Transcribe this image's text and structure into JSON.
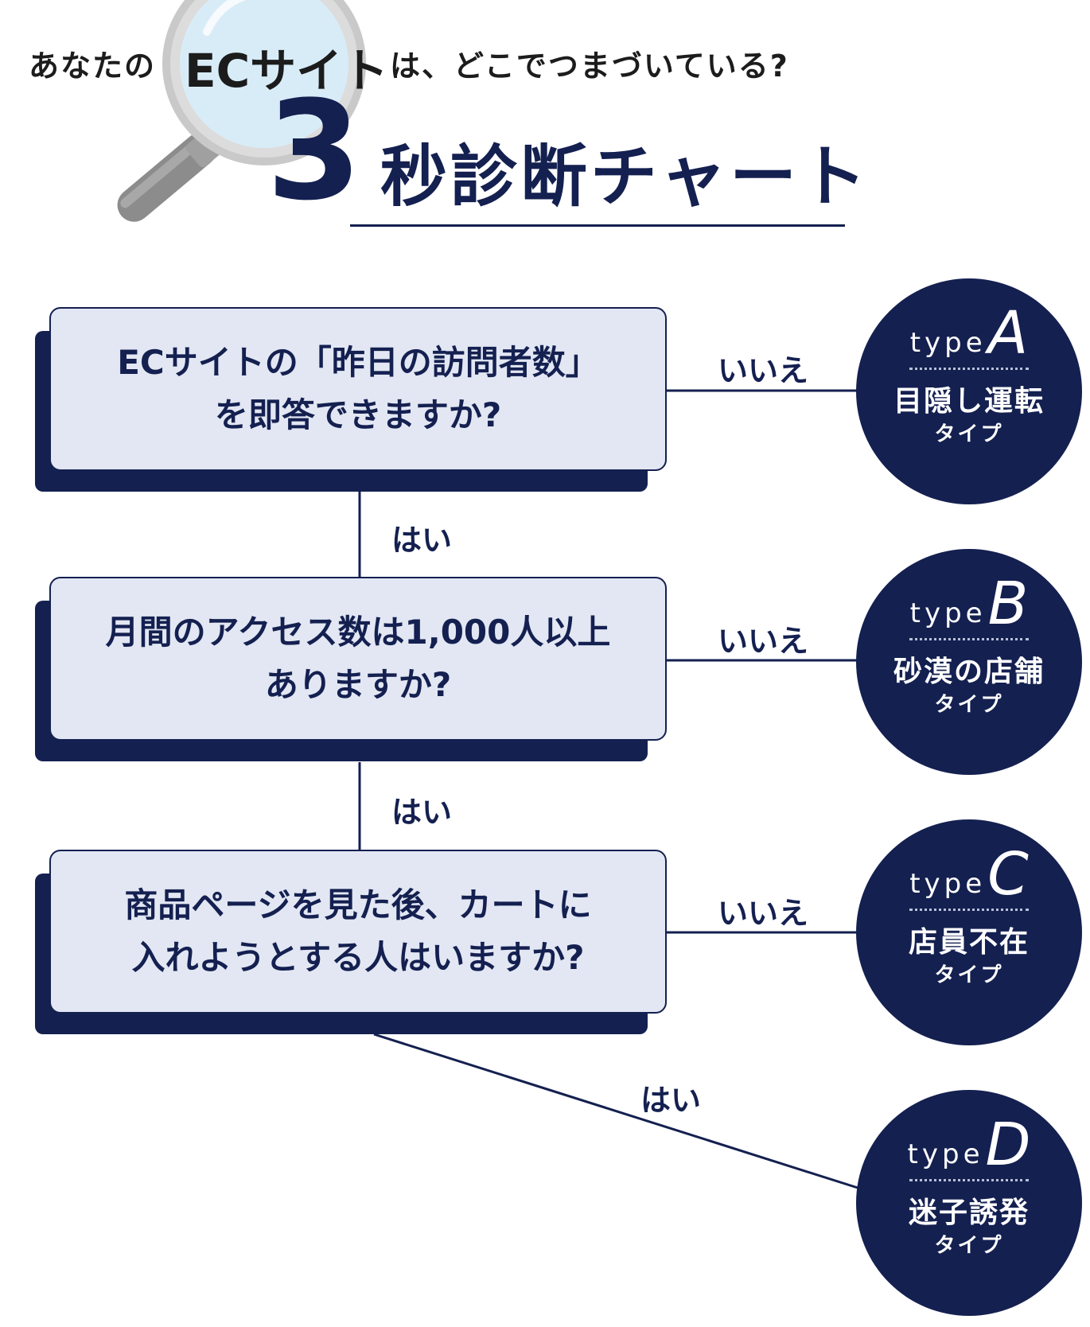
{
  "header": {
    "subtitle_before": "あなたの",
    "subtitle_highlight": "ECサイト",
    "subtitle_after": "は、どこでつまづいている?",
    "title_number": "3",
    "title_text": "秒診断チャート"
  },
  "questions": [
    {
      "line1": "ECサイトの「昨日の訪問者数」",
      "line2": "を即答できますか?"
    },
    {
      "line1": "月間のアクセス数は1,000人以上",
      "line2": "ありますか?"
    },
    {
      "line1": "商品ページを見た後、カートに",
      "line2": "入れようとする人はいますか?"
    }
  ],
  "edge_labels": {
    "no_1": "いいえ",
    "no_2": "いいえ",
    "no_3": "いいえ",
    "yes_1": "はい",
    "yes_2": "はい",
    "yes_3": "はい"
  },
  "results": [
    {
      "type_word": "type",
      "letter": "A",
      "name": "目隠し運転",
      "suffix": "タイプ"
    },
    {
      "type_word": "type",
      "letter": "B",
      "name": "砂漠の店舗",
      "suffix": "タイプ"
    },
    {
      "type_word": "type",
      "letter": "C",
      "name": "店員不在",
      "suffix": "タイプ"
    },
    {
      "type_word": "type",
      "letter": "D",
      "name": "迷子誘発",
      "suffix": "タイプ"
    }
  ],
  "colors": {
    "navy": "#142050",
    "box_fill": "#e2e7f3",
    "lens": "#d8ecf8",
    "handle": "#8c8c8c"
  },
  "icons": {
    "magnifier": "magnifying-glass-icon"
  }
}
